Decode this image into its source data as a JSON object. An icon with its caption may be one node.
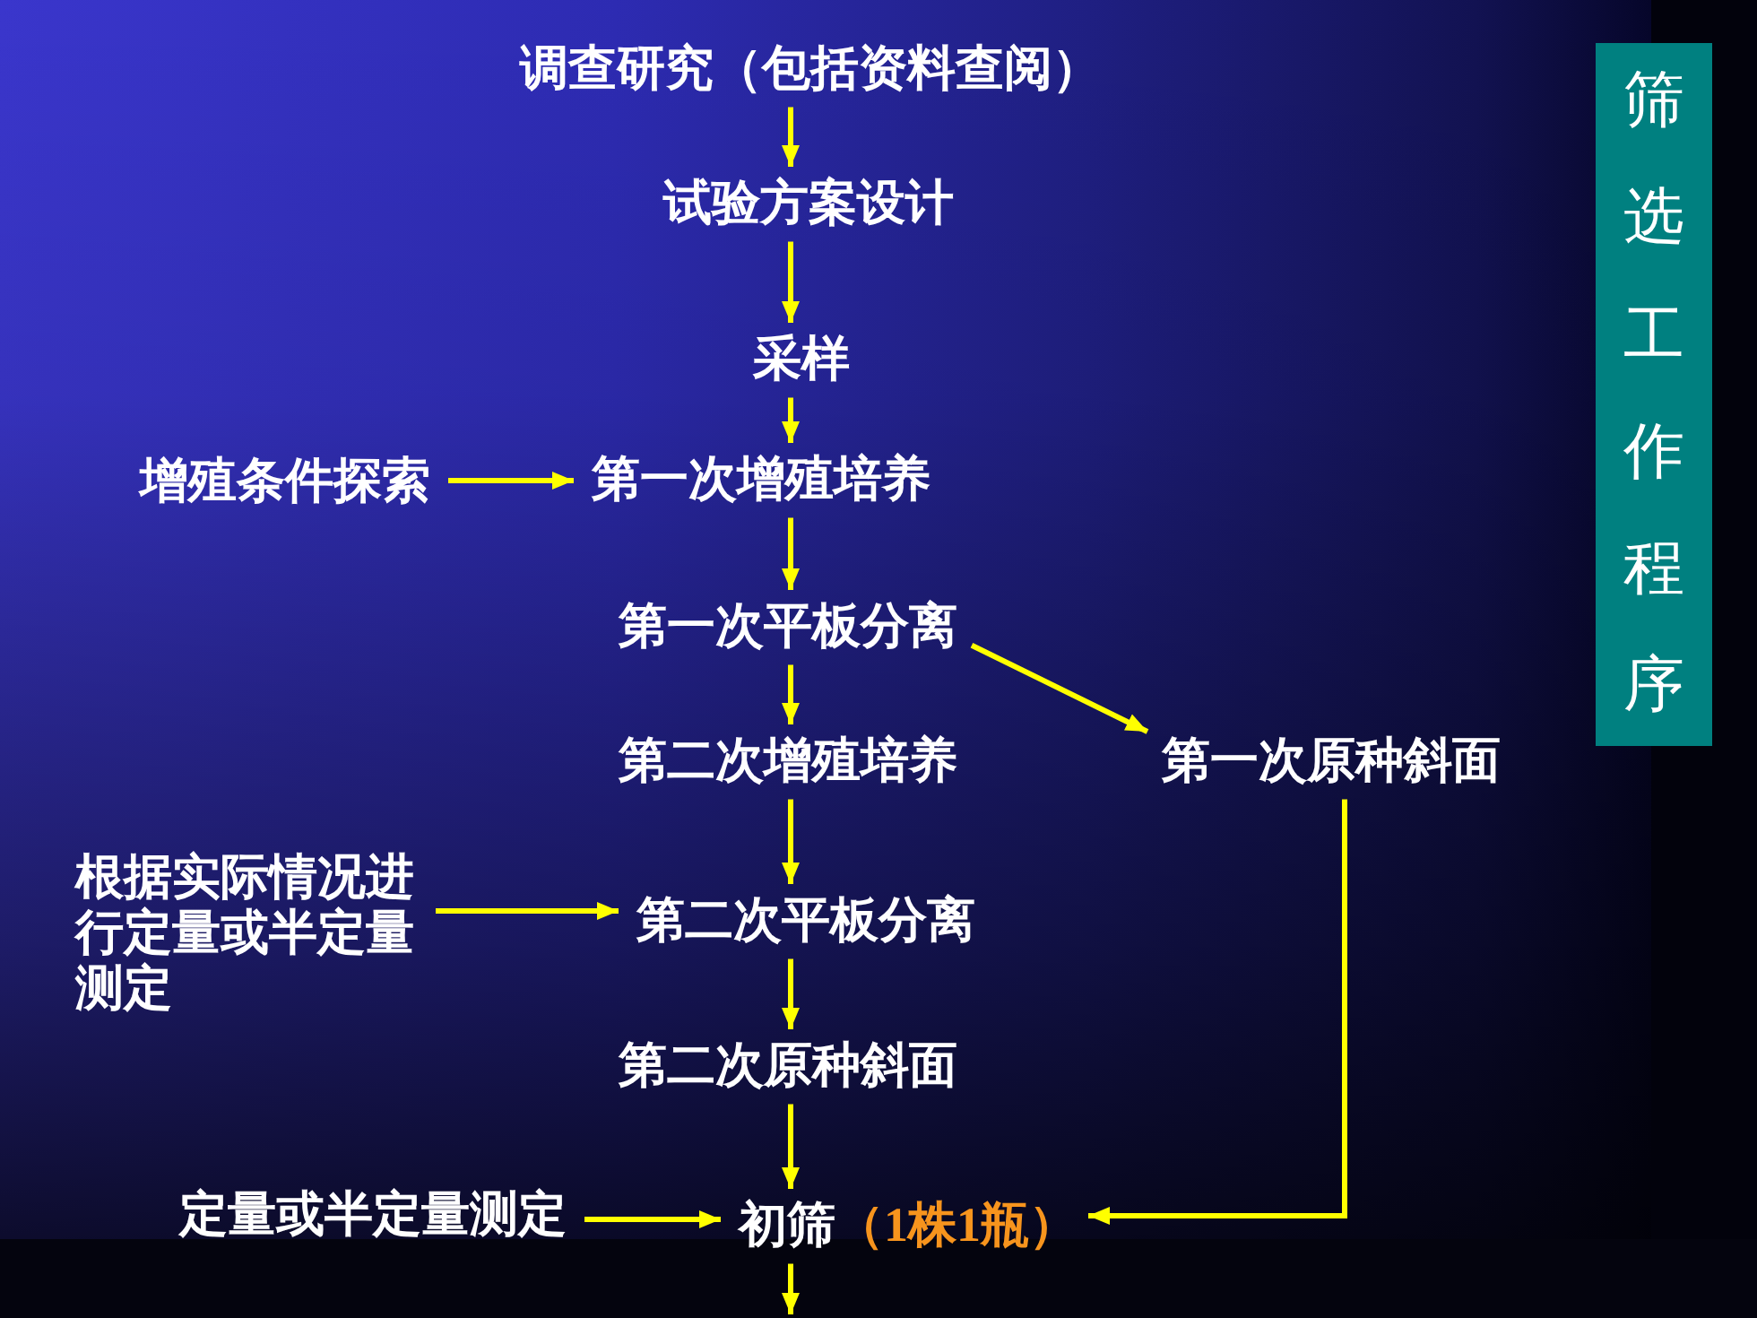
{
  "diagram": {
    "nodes": [
      {
        "text": [
          "调查研究（包括资料查阅）"
        ]
      },
      {
        "text": [
          "试验方案设计"
        ]
      },
      {
        "text": [
          "采样"
        ]
      },
      {
        "text": [
          "增殖条件探索"
        ]
      },
      {
        "text": [
          "第一次增殖培养"
        ]
      },
      {
        "text": [
          "第一次平板分离"
        ]
      },
      {
        "text": [
          "第二次增殖培养"
        ]
      },
      {
        "text": [
          "第一次原种斜面"
        ]
      },
      {
        "text": [
          "根据实际情况进行定量或半定量测定"
        ]
      },
      {
        "text": [
          "第二次平板分离"
        ]
      },
      {
        "text": [
          "第二次原种斜面"
        ]
      },
      {
        "text": [
          "定量或半定量测定"
        ]
      },
      {
        "text": [
          "初筛",
          "（1株1瓶）"
        ]
      },
      {
        "text": [
          "筛选工作程序"
        ]
      }
    ],
    "edges": [
      {
        "from": 0,
        "to": 1,
        "arrow": "to"
      },
      {
        "from": 1,
        "to": 2,
        "arrow": "to"
      },
      {
        "from": 2,
        "to": 4,
        "arrow": "to"
      },
      {
        "from": 3,
        "to": 4,
        "arrow": "to"
      },
      {
        "from": 4,
        "to": 5,
        "arrow": "to"
      },
      {
        "from": 5,
        "to": 6,
        "arrow": "to"
      },
      {
        "from": 5,
        "to": 7,
        "arrow": "to"
      },
      {
        "from": 6,
        "to": 9,
        "arrow": "to"
      },
      {
        "from": 8,
        "to": 9,
        "arrow": "to"
      },
      {
        "from": 9,
        "to": 10,
        "arrow": "to"
      },
      {
        "from": 10,
        "to": 12,
        "arrow": "to"
      },
      {
        "from": 11,
        "to": 12,
        "arrow": "to"
      },
      {
        "from": 7,
        "to": 12,
        "arrow": "to"
      },
      {
        "from": 12,
        "to": null,
        "arrow": "to"
      }
    ]
  }
}
